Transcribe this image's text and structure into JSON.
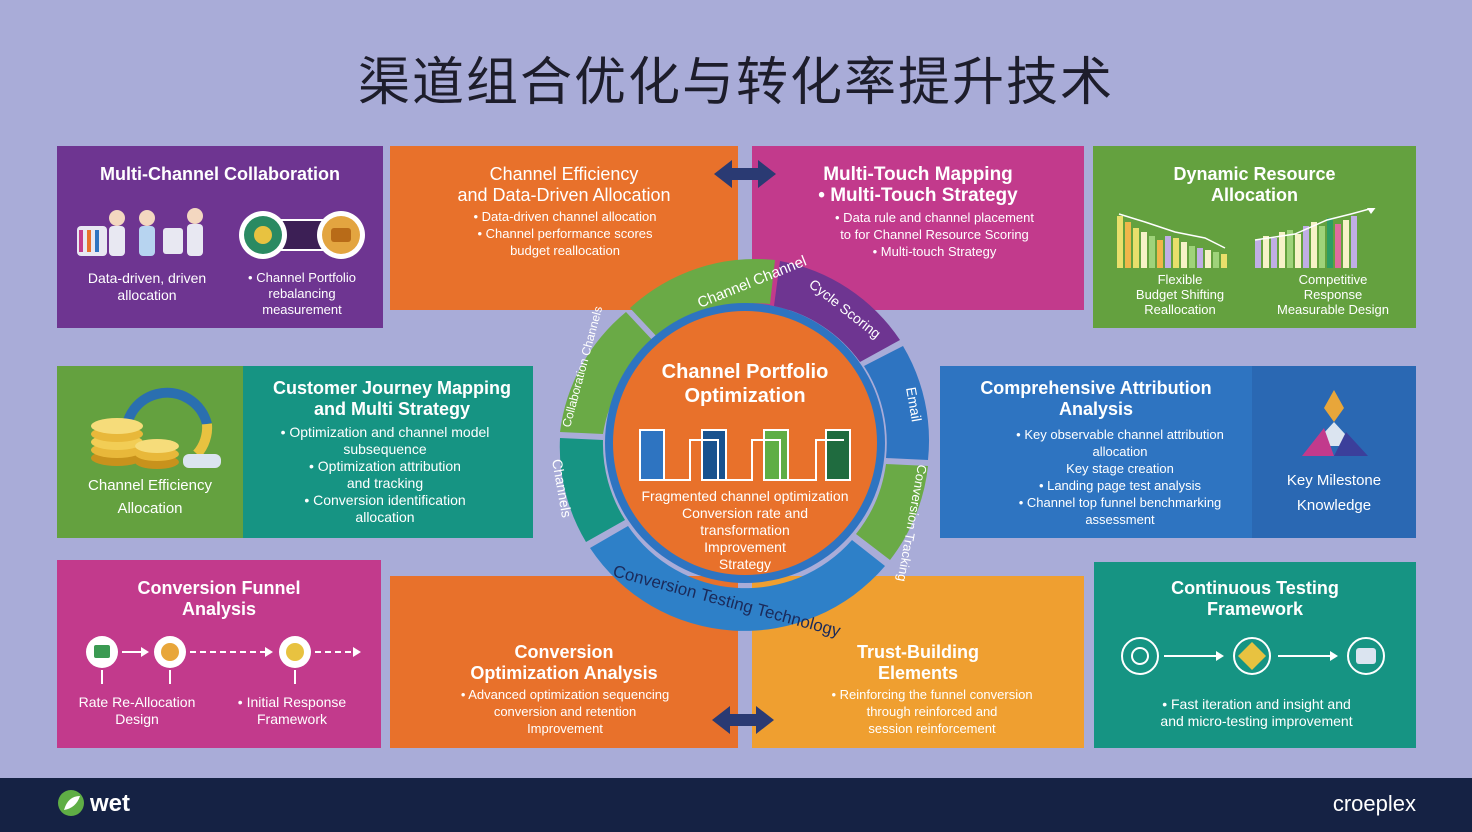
{
  "title": "渠道组合优化与转化率提升技术",
  "panels": {
    "multi_channel": {
      "title": "Multi-Channel Collaboration",
      "left_text": "Data-driven, driven\nallocation",
      "right_text": "• Channel Portfolio\nrebalancing\nmeasurement"
    },
    "channel_efficiency": {
      "title": "Channel Efficiency\nand Data-Driven Allocation",
      "text": "• Data-driven channel allocation\n• Channel performance scores\nbudget reallocation"
    },
    "multi_touch": {
      "title": "Multi-Touch Mapping\n• Multi-Touch Strategy",
      "text": "• Data rule and channel placement\nto for Channel Resource Scoring\n• Multi-touch Strategy"
    },
    "dynamic_resource": {
      "title": "Dynamic Resource\nAllocation",
      "left_text": "Flexible\nBudget Shifting\nReallocation",
      "right_text": "Competitive\nResponse\nMeasurable Design"
    },
    "customer_journey": {
      "title": "Customer Journey Mapping\nand Multi Strategy",
      "text": "• Optimization and channel model\nsubsequence\n• Optimization attribution\nand tracking\n• Conversion identification\nallocation",
      "icon_caption": "Channel Efficiency\nAllocation"
    },
    "attribution": {
      "title": "Comprehensive Attribution\nAnalysis",
      "text": "• Key observable channel attribution\nallocation\nKey stage creation\n• Landing page test analysis\n• Channel top funnel benchmarking\nassessment",
      "icon_caption": "Key Milestone\nKnowledge"
    },
    "funnel": {
      "title": "Conversion Funnel\nAnalysis",
      "left_text": "Rate Re-Allocation\nDesign",
      "right_text": "• Initial Response\nFramework"
    },
    "conv_opt": {
      "title": "Conversion\nOptimization Analysis",
      "text": "• Advanced optimization sequencing\nconversion and retention\nImprovement"
    },
    "trust": {
      "title": "Trust-Building\nElements",
      "text": "• Reinforcing the funnel conversion\nthrough reinforced and\nsession reinforcement"
    },
    "testing": {
      "title": "Continuous Testing\nFramework",
      "text": "• Fast iteration and insight and\nand micro-testing improvement"
    }
  },
  "center": {
    "title": "Channel Portfolio\nOptimization",
    "text": "Fragmented channel optimization\nConversion rate and\ntransformation\nImprovement\nStrategy",
    "bars": [
      {
        "color": "#2e74c1"
      },
      {
        "color": "#18528e"
      },
      {
        "color": "#5fae45"
      },
      {
        "color": "#1f6b3f"
      }
    ],
    "ring_labels": {
      "top": "Channel Channel",
      "top_right": "Cycle Scoring",
      "right": "Email",
      "bottom_right": "Conversion Tracking",
      "bottom": "Conversion Testing Technology",
      "left": "Channels",
      "top_left": "Collaboration Channels"
    }
  },
  "footer": {
    "left_logo": "wet",
    "right_logo": "croeplex"
  },
  "colors": {
    "purple": "#6e3591",
    "orange": "#e8712b",
    "magenta": "#c23a8c",
    "green": "#64a13f",
    "teal": "#169483",
    "blue": "#2e74c1",
    "amber": "#ef9f30",
    "navy": "#152244"
  }
}
